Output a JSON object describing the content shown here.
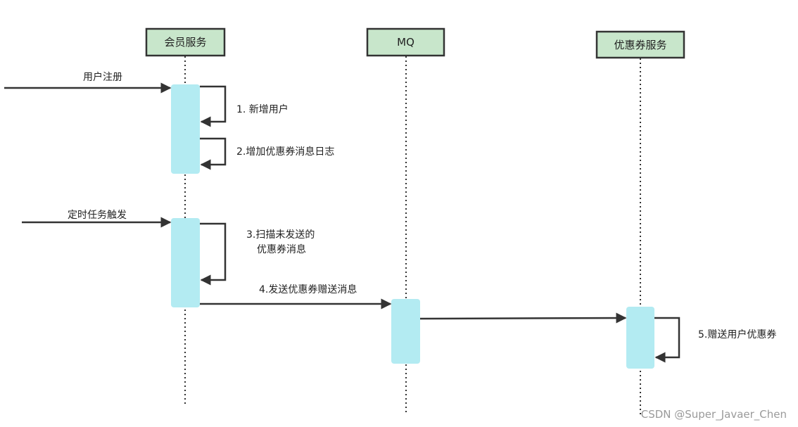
{
  "actors": {
    "member": "会员服务",
    "mq": "MQ",
    "coupon": "优惠券服务"
  },
  "messages": {
    "register": "用户注册",
    "add_user": "1. 新增用户",
    "add_log": "2.增加优惠券消息日志",
    "timer": "定时任务触发",
    "scan_line1": "3.扫描未发送的",
    "scan_line2": "优惠券消息",
    "send_msg": "4.发送优惠券赠送消息",
    "give_coupon": "5.赠送用户优惠券"
  },
  "colors": {
    "actor_fill": "#c8e6cb",
    "activation_fill": "#b3ebf2",
    "line": "#333333"
  },
  "watermark": "CSDN @Super_Javaer_Chen"
}
